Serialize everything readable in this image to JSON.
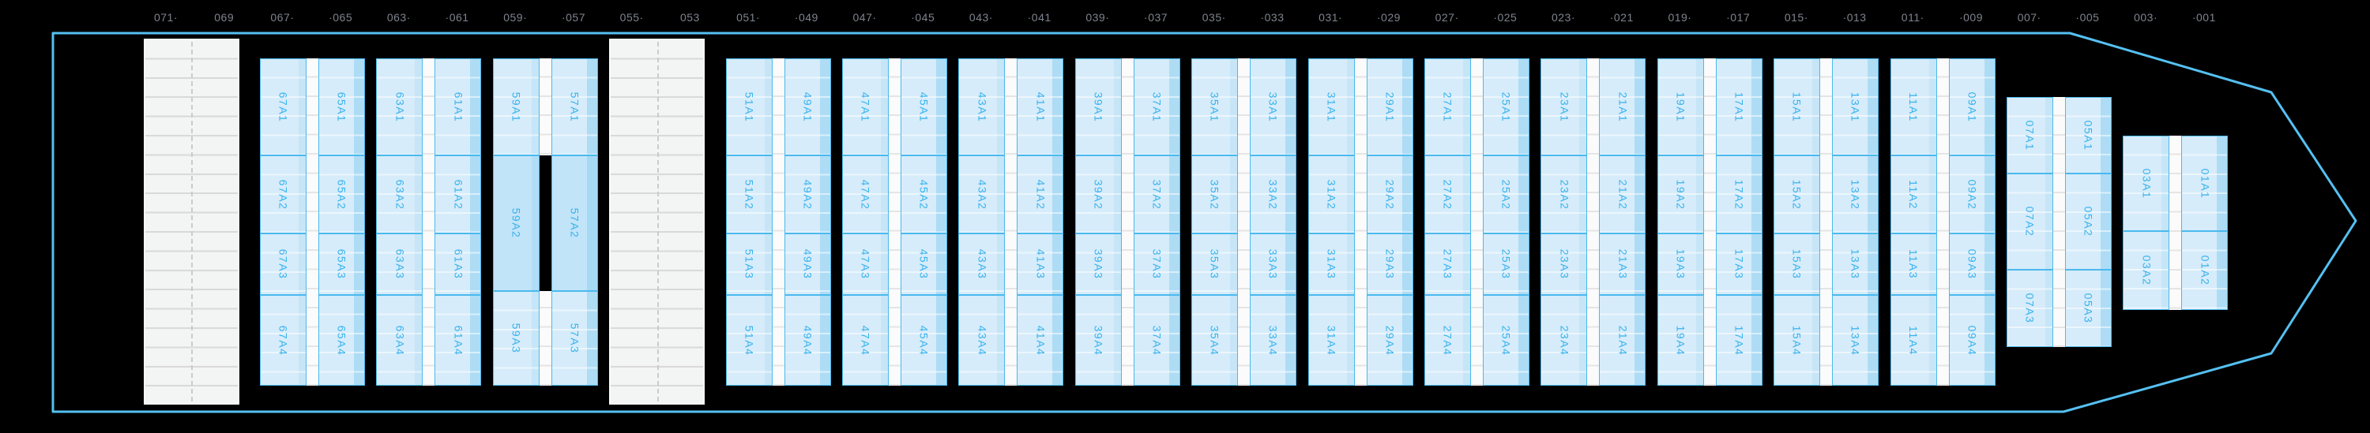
{
  "ruler": {
    "labels": [
      "071·",
      "069",
      "067·",
      "·065",
      "063·",
      "·061",
      "059·",
      "·057",
      "055·",
      "053",
      "051·",
      "·049",
      "047·",
      "·045",
      "043·",
      "·041",
      "039·",
      "·037",
      "035·",
      "·033",
      "031·",
      "·029",
      "027·",
      "·025",
      "023·",
      "·021",
      "019·",
      "·017",
      "015·",
      "·013",
      "011·",
      "·009",
      "007·",
      "·005",
      "003·",
      "·001"
    ]
  },
  "vessel": {
    "slots": [
      {
        "type": "grid",
        "name": "grid-column-071-069"
      },
      {
        "type": "bay",
        "profile": "std4",
        "cols": [
          [
            "67A1",
            "67A2",
            "67A3",
            "67A4"
          ],
          [
            "65A1",
            "65A2",
            "65A3",
            "65A4"
          ]
        ]
      },
      {
        "type": "bay",
        "profile": "std4",
        "cols": [
          [
            "63A1",
            "63A2",
            "63A3",
            "63A4"
          ],
          [
            "61A1",
            "61A2",
            "61A3",
            "61A4"
          ]
        ]
      },
      {
        "type": "bay",
        "profile": "merged3",
        "cols": [
          [
            "59A1",
            "59A2",
            "59A3"
          ],
          [
            "57A1",
            "57A2",
            "57A3"
          ]
        ]
      },
      {
        "type": "grid",
        "name": "grid-column-055-053"
      },
      {
        "type": "bay",
        "profile": "std4",
        "cols": [
          [
            "51A1",
            "51A2",
            "51A3",
            "51A4"
          ],
          [
            "49A1",
            "49A2",
            "49A3",
            "49A4"
          ]
        ]
      },
      {
        "type": "bay",
        "profile": "std4",
        "cols": [
          [
            "47A1",
            "47A2",
            "47A3",
            "47A4"
          ],
          [
            "45A1",
            "45A2",
            "45A3",
            "45A4"
          ]
        ]
      },
      {
        "type": "bay",
        "profile": "std4",
        "cols": [
          [
            "43A1",
            "43A2",
            "43A3",
            "43A4"
          ],
          [
            "41A1",
            "41A2",
            "41A3",
            "41A4"
          ]
        ]
      },
      {
        "type": "bay",
        "profile": "std4",
        "cols": [
          [
            "39A1",
            "39A2",
            "39A3",
            "39A4"
          ],
          [
            "37A1",
            "37A2",
            "37A3",
            "37A4"
          ]
        ]
      },
      {
        "type": "bay",
        "profile": "std4",
        "cols": [
          [
            "35A1",
            "35A2",
            "35A3",
            "35A4"
          ],
          [
            "33A1",
            "33A2",
            "33A3",
            "33A4"
          ]
        ]
      },
      {
        "type": "bay",
        "profile": "std4",
        "cols": [
          [
            "31A1",
            "31A2",
            "31A3",
            "31A4"
          ],
          [
            "29A1",
            "29A2",
            "29A3",
            "29A4"
          ]
        ]
      },
      {
        "type": "bay",
        "profile": "std4",
        "cols": [
          [
            "27A1",
            "27A2",
            "27A3",
            "27A4"
          ],
          [
            "25A1",
            "25A2",
            "25A3",
            "25A4"
          ]
        ]
      },
      {
        "type": "bay",
        "profile": "std4",
        "cols": [
          [
            "23A1",
            "23A2",
            "23A3",
            "23A4"
          ],
          [
            "21A1",
            "21A2",
            "21A3",
            "21A4"
          ]
        ]
      },
      {
        "type": "bay",
        "profile": "std4",
        "cols": [
          [
            "19A1",
            "19A2",
            "19A3",
            "19A4"
          ],
          [
            "17A1",
            "17A2",
            "17A3",
            "17A4"
          ]
        ]
      },
      {
        "type": "bay",
        "profile": "std4",
        "cols": [
          [
            "15A1",
            "15A2",
            "15A3",
            "15A4"
          ],
          [
            "13A1",
            "13A2",
            "13A3",
            "13A4"
          ]
        ]
      },
      {
        "type": "bay",
        "profile": "std4",
        "cols": [
          [
            "11A1",
            "11A2",
            "11A3",
            "11A4"
          ],
          [
            "09A1",
            "09A2",
            "09A3",
            "09A4"
          ]
        ]
      },
      {
        "type": "bay",
        "profile": "bow3",
        "cols": [
          [
            "07A1",
            "07A2",
            "07A3"
          ],
          [
            "05A1",
            "05A2",
            "05A3"
          ]
        ]
      },
      {
        "type": "bay",
        "profile": "bow2",
        "cols": [
          [
            "03A1",
            "03A2"
          ],
          [
            "01A1",
            "01A2"
          ]
        ]
      }
    ]
  },
  "colors": {
    "background": "#000000",
    "hull_outline": "#55c0f1",
    "ruler_text": "#7e838d",
    "cell_fill": "#d6ecfa",
    "cell_fill_merged": "#c2e4f8",
    "cell_border": "#4ab9ee",
    "cell_label": "#38b2ed",
    "cell_right_stripe": "#aedcf5",
    "grid_fill": "#f3f4f4",
    "grid_line": "#d9d9da",
    "ladder_fill": "#fbfbfb",
    "ladder_line": "#e5e5e5"
  }
}
